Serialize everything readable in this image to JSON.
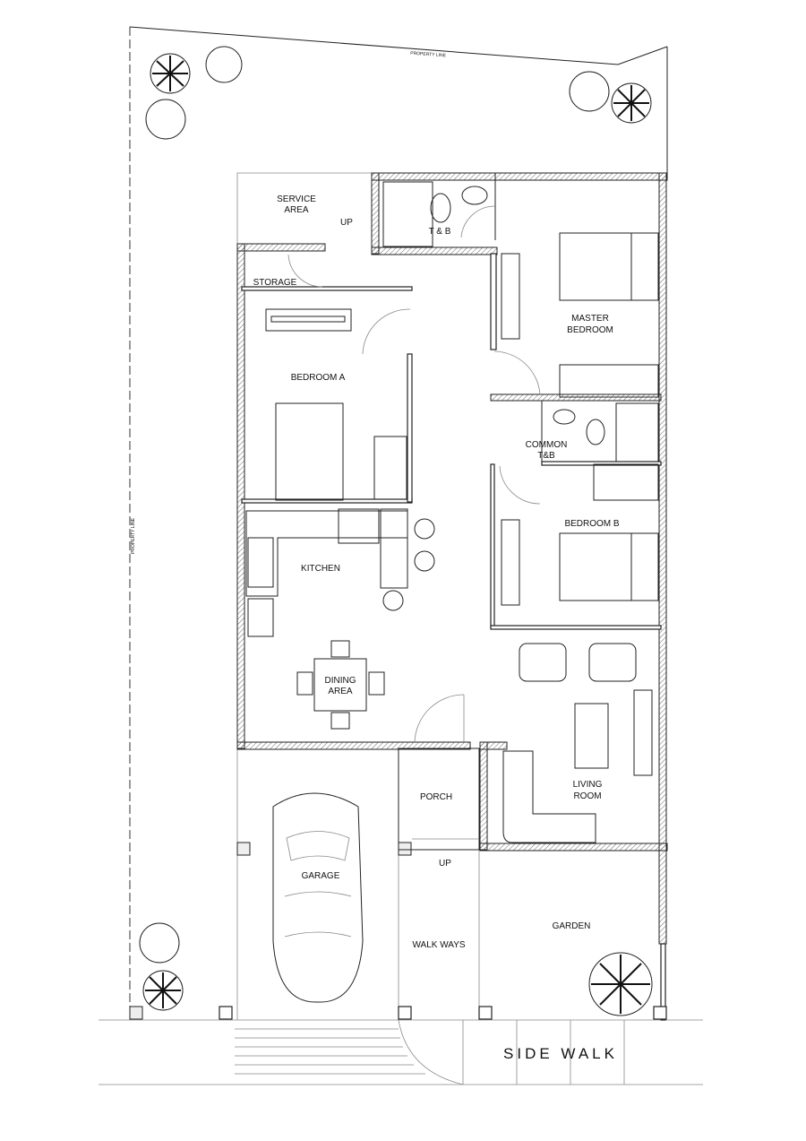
{
  "plan": {
    "property_line_top": "PROPERTY LINE",
    "property_line_left": "PROPERTY LINE",
    "rooms": {
      "service_area_1": "SERVICE",
      "service_area_2": "AREA",
      "up_service": "UP",
      "storage": "STORAGE",
      "tb": "T & B",
      "master_1": "MASTER",
      "master_2": "BEDROOM",
      "bedroom_a": "BEDROOM  A",
      "common_1": "COMMON",
      "common_2": "T&B",
      "bedroom_b": "BEDROOM B",
      "kitchen": "KITCHEN",
      "dining_1": "DINING",
      "dining_2": "AREA",
      "living_1": "LIVING",
      "living_2": "ROOM",
      "porch": "PORCH",
      "up_porch": "UP",
      "garage": "GARAGE",
      "walkways": "WALK WAYS",
      "garden": "GARDEN",
      "sidewalk": "SIDE WALK"
    }
  }
}
